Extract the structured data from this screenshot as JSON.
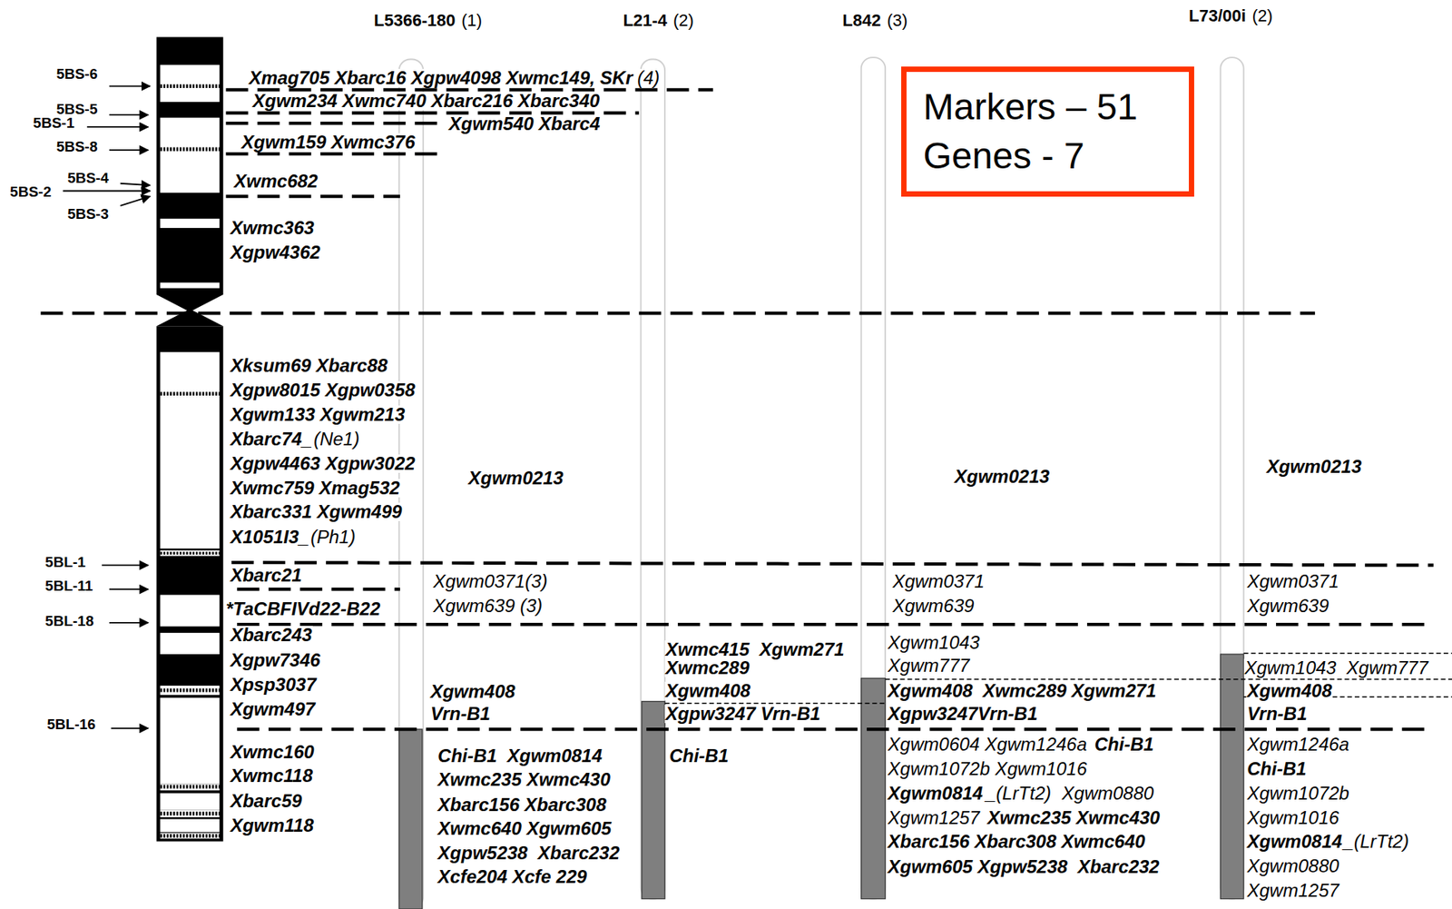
{
  "diagram": {
    "nodes": [
      {
        "text": [
          "Markers – 51",
          "Genes - 7"
        ]
      }
    ],
    "labels": [
      "L5366-180",
      "(1)",
      "L21-4",
      "(2)",
      "L842",
      "(3)",
      "L73/00i",
      "(2)",
      "5BS-6",
      "5BS-5",
      "5BS-1",
      "5BS-8",
      "5BS-4",
      "5BS-2",
      "5BS-3",
      "5BL-1",
      "5BL-11",
      "5BL-18",
      "5BL-16",
      "Xmag705 Xbarc16 Xgpw4098 Xwmc149, SKr",
      "(4)",
      "Xgwm234 Xwmc740 Xbarc216 Xbarc340",
      "Xgwm540 Xbarc4",
      "Xgwm159 Xwmc376",
      "Xwmc682",
      "Xwmc363",
      "Xgpw4362",
      "Xksum69 Xbarc88",
      "Xgpw8015 Xgpw0358",
      "Xgwm133 Xgwm213",
      "Xbarc74_",
      "(Ne1)",
      "Xgpw4463 Xgpw3022",
      "Xwmc759 Xmag532",
      "Xbarc331 Xgwm499",
      "X1051I3_",
      "(Ph1)",
      "Xbarc21",
      "*TaCBFIVd22-B22",
      "Xbarc243",
      "Xgpw7346",
      "Xpsp3037",
      "Xgwm497",
      "Xwmc160",
      "Xwmc118",
      "Xbarc59",
      "Xgwm118",
      "Xgwm0213",
      "Xgwm0371(3)",
      "Xgwm639 (3)",
      "Xgwm408",
      "Vrn-B1",
      "Chi-B1  Xgwm0814",
      "Xwmc235 Xwmc430",
      "Xbarc156 Xbarc308",
      "Xwmc640 Xgwm605",
      "Xgpw5238  Xbarc232",
      "Xcfe204 Xcfe 229",
      "Xwmc415  Xgwm271",
      "Xwmc289",
      "Xgwm408",
      "Xgpw3247 Vrn-B1",
      "Chi-B1",
      "Xgwm0213",
      "Xgwm0371",
      "Xgwm639",
      "Xgwm1043",
      "Xgwm777",
      "Xgwm408  Xwmc289 Xgwm271",
      "Xgpw3247Vrn-B1",
      "Xgwm0604 Xgwm1246a",
      "Chi-B1",
      "Xgwm1072b Xgwm1016",
      "Xgwm0814",
      "_(LrTt2)",
      "Xgwm0880",
      "Xgwm1257",
      "Xwmc235 Xwmc430",
      "Xbarc156 Xbarc308 Xwmc640",
      "Xgwm605 Xgpw5238  Xbarc232",
      "Xgwm0213",
      "Xgwm0371",
      "Xgwm639",
      "Xgwm1043  Xgwm777",
      "Xgwm408",
      "Vrn-B1",
      "Xgwm1246a",
      "Chi-B1",
      "Xgwm1072b",
      "Xgwm1016",
      "Xgwm0814",
      "_(LrTt2)",
      "Xgwm0880",
      "Xgwm1257"
    ]
  }
}
